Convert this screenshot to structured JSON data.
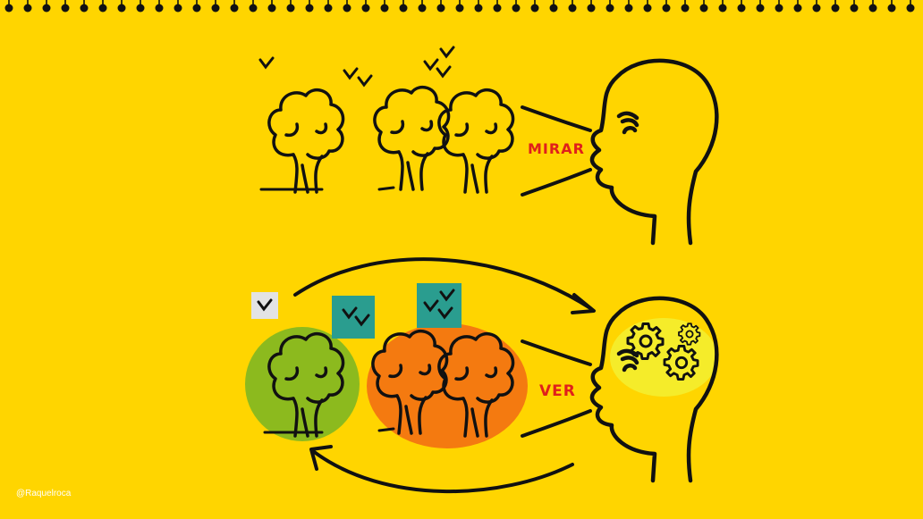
{
  "labels": {
    "mirar": "MIRAR",
    "ver": "VER"
  },
  "credit": "@Raquelroca",
  "colors": {
    "background": "#ffd500",
    "ink": "#111111",
    "label_red": "#e0201b",
    "green_circle": "#8cba1e",
    "orange_circle": "#f47a10",
    "teal_square": "#2a9d8f",
    "grey_square": "#e3e3e3",
    "brain_glow": "#f5ec2a"
  },
  "icons": {
    "binding_dots": "spiral-binding-dots",
    "trees": "tree-icon",
    "birds": "bird-icon",
    "head": "head-profile-icon",
    "gears": "gear-icon"
  }
}
